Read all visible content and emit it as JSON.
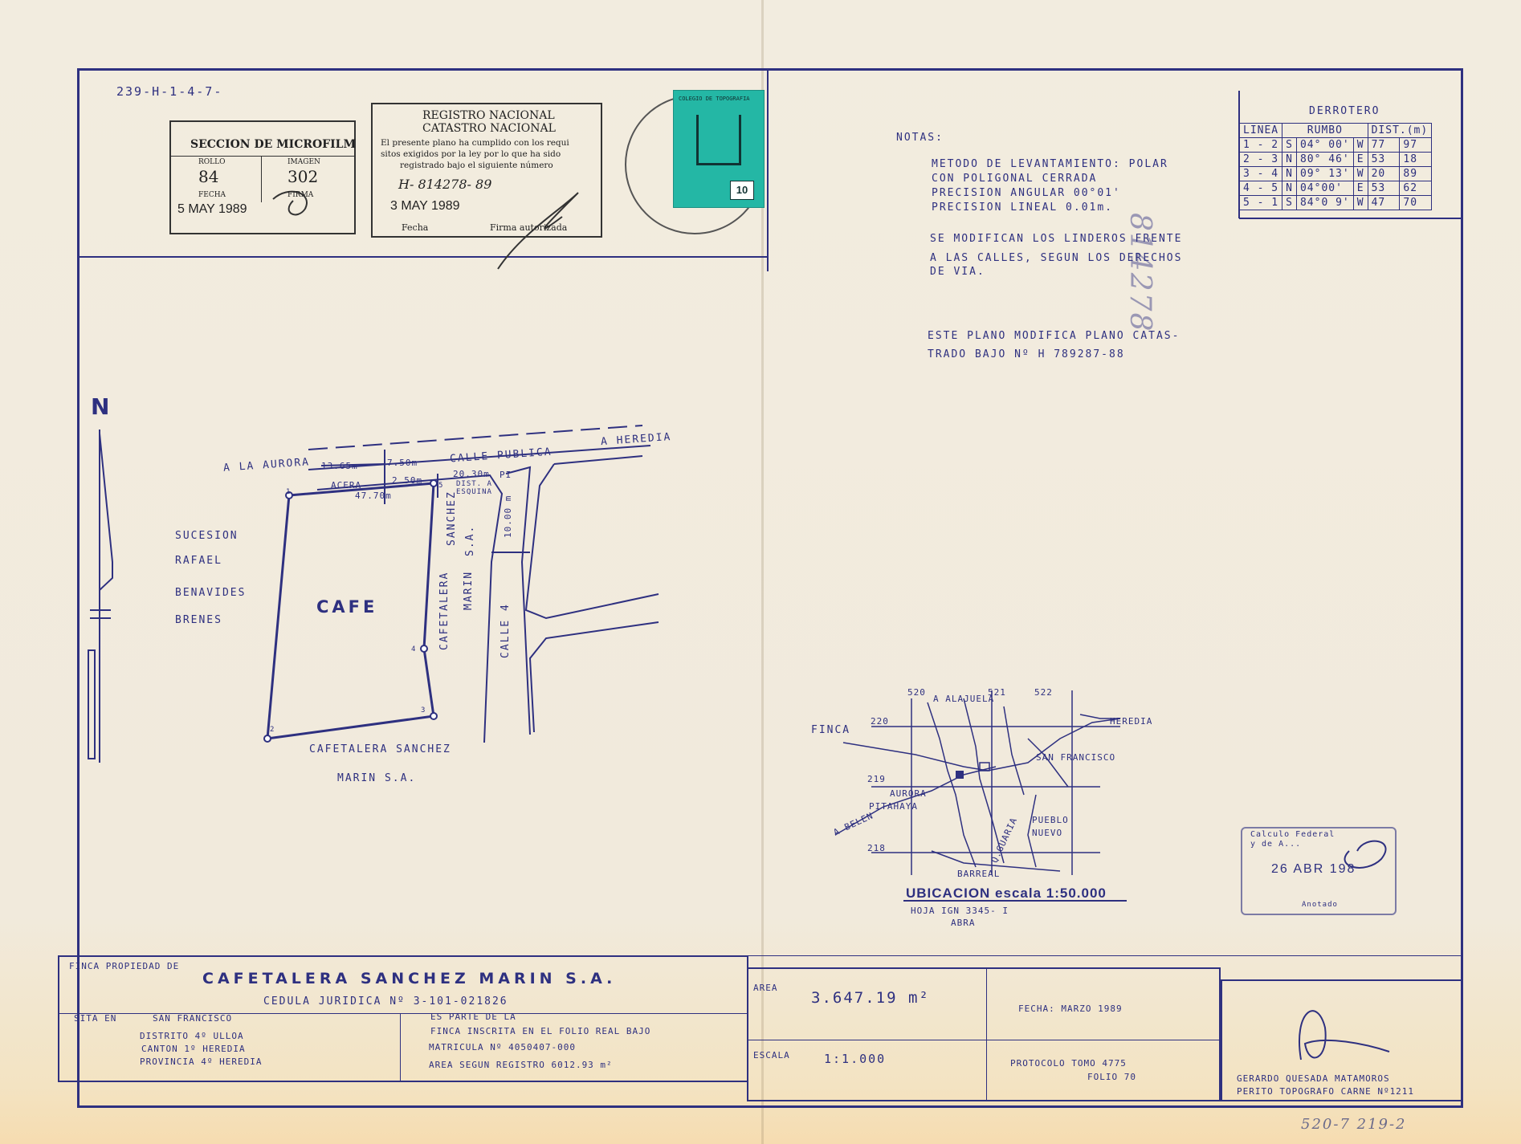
{
  "ref_code": "239-H-1-4-7-",
  "microfilm": {
    "title": "SECCION DE MICROFILM",
    "rollo_label": "ROLLO",
    "rollo": "84",
    "imagen_label": "IMAGEN",
    "imagen": "302",
    "fecha_label": "FECHA",
    "fecha": "5 MAY 1989",
    "firma_label": "FIRMA"
  },
  "registro": {
    "title1": "REGISTRO NACIONAL",
    "title2": "CATASTRO NACIONAL",
    "line1": "El presente plano ha cumplido con los requi",
    "line2": "sitos exigidos por la ley por lo que ha sido",
    "line3": "registrado bajo el siguiente número",
    "numero": "H- 814278- 89",
    "fecha": "3 MAY 1989",
    "fecha_label": "Fecha",
    "firma_label": "Firma autorizada"
  },
  "notas": {
    "label": "NOTAS:",
    "lines": [
      "METODO DE LEVANTAMIENTO: POLAR",
      "CON POLIGONAL CERRADA",
      "PRECISION ANGULAR 00°01'",
      "PRECISION LINEAL 0.01m."
    ],
    "lines2": [
      "SE MODIFICAN LOS LINDEROS FRENTE",
      "A LAS CALLES, SEGUN LOS DERECHOS",
      "DE VIA."
    ],
    "lines3": [
      "ESTE PLANO MODIFICA PLANO CATAS-",
      "TRADO BAJO Nº H 789287-88"
    ]
  },
  "derrotero": {
    "title": "DERROTERO",
    "headers": [
      "LINEA",
      "RUMBO",
      "DIST.(m)"
    ],
    "rows": [
      [
        "1 - 2",
        "S",
        "04° 00'",
        "W",
        "77",
        "97"
      ],
      [
        "2 - 3",
        "N",
        "80° 46'",
        "E",
        "53",
        "18"
      ],
      [
        "3 - 4",
        "N",
        "09° 13'",
        "W",
        "20",
        "89"
      ],
      [
        "4 - 5",
        "N",
        "04°00'",
        "E",
        "53",
        "62"
      ],
      [
        "5 - 1",
        "S",
        "84°0 9'",
        "W",
        "47",
        "70"
      ]
    ]
  },
  "plan": {
    "north": "N",
    "a_la_aurora": "A LA AURORA",
    "calle_publica": "CALLE PUBLICA",
    "a_heredia": "A HEREDIA",
    "d1": "13.65m",
    "d2": "7.50m",
    "d3": "2.50m",
    "d4": "20.30m",
    "pi": "PI",
    "acera": "ACERA",
    "d5": "47.70m",
    "dist_esquina": "DIST. A ESQUINA",
    "d6": "10.00 m",
    "owner_left": [
      "SUCESION",
      "RAFAEL",
      "BENAVIDES",
      "BRENES"
    ],
    "cafe": "CAFE",
    "owner_right": [
      "CAFETALERA",
      "SANCHEZ",
      "MARIN",
      "S.A."
    ],
    "calle4": "CALLE 4",
    "owner_bottom1": "CAFETALERA SANCHEZ",
    "owner_bottom2": "MARIN S.A.",
    "vertices": [
      "1",
      "2",
      "3",
      "4",
      "5"
    ]
  },
  "ubicacion": {
    "finca": "FINCA",
    "alajuela": "A ALAJUELA",
    "heredia": "HEREDIA",
    "san_francisco": "SAN FRANCISCO",
    "aurora": "AURORA",
    "a_belen": "A BELEN",
    "pitahaya": "PITAHAYA",
    "q_guaria": "Q.GUARIA",
    "pueblo": "PUEBLO",
    "nuevo": "NUEVO",
    "barreal": "BARREAL",
    "ticks": [
      "520",
      "521",
      "522",
      "220",
      "219",
      "218"
    ],
    "title": "UBICACION escala 1:50.000",
    "hoja": "HOJA IGN 3345- I",
    "abra": "ABRA"
  },
  "title_block": {
    "finca_label": "FINCA PROPIEDAD DE",
    "owner": "CAFETALERA SANCHEZ MARIN S.A.",
    "cedula": "CEDULA JURIDICA Nº 3-101-021826",
    "sita_label": "SITA EN",
    "sita": "SAN FRANCISCO",
    "distrito": "DISTRITO 4º ULLOA",
    "canton": "CANTON 1º HEREDIA",
    "provincia": "PROVINCIA 4º HEREDIA",
    "parte1": "ES PARTE DE LA",
    "parte2": "FINCA INSCRITA EN EL FOLIO REAL BAJO",
    "matricula": "MATRICULA Nº 4050407-000",
    "area_registro": "AREA SEGUN REGISTRO 6012.93 m²",
    "area_label": "AREA",
    "area": "3.647.19 m²",
    "escala_label": "ESCALA",
    "escala": "1:1.000",
    "fecha": "FECHA: MARZO 1989",
    "protocolo": "PROTOCOLO TOMO 4775",
    "folio": "FOLIO 70",
    "perito1": "GERARDO QUESADA MATAMOROS",
    "perito2": "PERITO TOPOGRAFO CARNE Nº1211"
  },
  "stamp_calculo": {
    "line1": "Calculo Federal",
    "line2": "y de A...",
    "date": "26 ABR 198",
    "label": "Anotado"
  },
  "stamp_topografia": {
    "label": "COLEGIO DE TOPOGRAFIA",
    "value": "10"
  },
  "footer_ref": "520-7 219-2",
  "side_number": "814278"
}
